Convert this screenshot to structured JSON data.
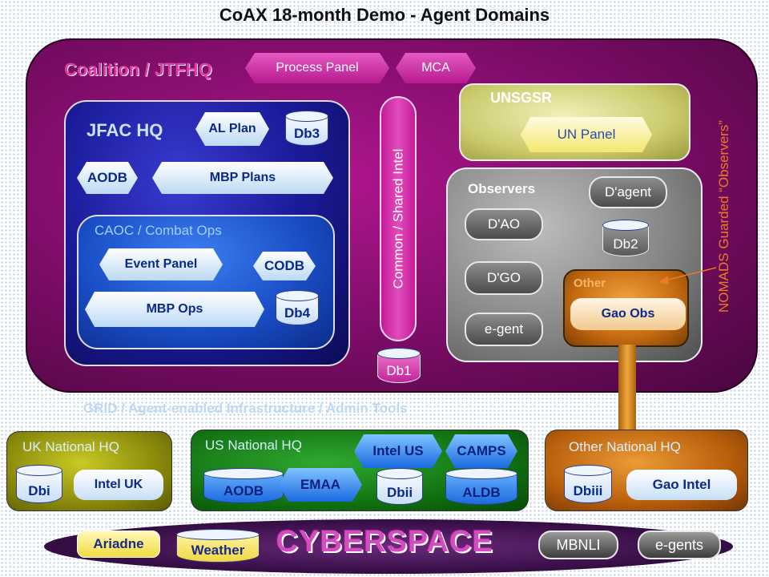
{
  "title": "CoAX 18-month Demo - Agent Domains",
  "coalition": {
    "label": "Coalition / JTFHQ",
    "process_panel": "Process Panel",
    "mca": "MCA",
    "shared_intel": "Common / Shared Intel",
    "db1": "Db1"
  },
  "jfac": {
    "label": "JFAC HQ",
    "al_plan": "AL Plan",
    "db3": "Db3",
    "aodb": "AODB",
    "mbp_plans": "MBP Plans",
    "caoc": {
      "label": "CAOC / Combat Ops",
      "event_panel": "Event Panel",
      "codb": "CODB",
      "mbp_ops": "MBP Ops",
      "db4": "Db4"
    }
  },
  "unsgsr": {
    "label": "UNSGSR",
    "un_panel": "UN Panel"
  },
  "observers": {
    "label": "Observers",
    "dagent": "D'agent",
    "dao": "D'AO",
    "db2": "Db2",
    "dgo": "D'GO",
    "egent": "e-gent",
    "other": {
      "label": "Other",
      "gao_obs": "Gao Obs"
    }
  },
  "nomads": "NOMADS Guarded “Observers”",
  "grid_label": "GRID / Agent-enabled Infrastructure / Admin Tools",
  "uk": {
    "label": "UK National HQ",
    "dbi": "Dbi",
    "intel_uk": "Intel UK"
  },
  "us": {
    "label": "US National HQ",
    "intel_us": "Intel US",
    "camps": "CAMPS",
    "aodb": "AODB",
    "emaa": "EMAA",
    "dbii": "Dbii",
    "aldb": "ALDB"
  },
  "other_hq": {
    "label": "Other National HQ",
    "dbiii": "Dbiii",
    "gao_intel": "Gao Intel"
  },
  "cyberspace": {
    "label": "CYBERSPACE",
    "ariadne": "Ariadne",
    "weather": "Weather",
    "mbnli": "MBNLI",
    "egents": "e-gents"
  }
}
